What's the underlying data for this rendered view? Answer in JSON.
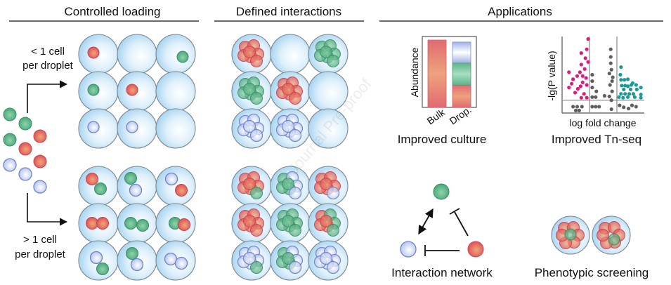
{
  "sections": {
    "loading": {
      "title": "Controlled loading"
    },
    "interactions": {
      "title": "Defined interactions"
    },
    "applications": {
      "title": "Applications"
    }
  },
  "loading_labels": {
    "low_line1": "< 1 cell",
    "low_line2": "per droplet",
    "high_line1": "> 1 cell",
    "high_line2": "per droplet"
  },
  "cell_types": [
    {
      "name": "green",
      "color": "#6cc196",
      "rim": "#3b8f66"
    },
    {
      "name": "red",
      "color": "#ec8266",
      "rim": "#c9434d"
    },
    {
      "name": "blue",
      "color": "#dfe8fb",
      "rim": "#6f84c9"
    }
  ],
  "loose_cells": [
    "green",
    "green",
    "red",
    "green",
    "red",
    "red",
    "blue",
    "blue",
    "blue"
  ],
  "low_loading_grid": [
    [
      "red",
      "",
      "green"
    ],
    [
      "green",
      "red",
      ""
    ],
    [
      "blue",
      "blue",
      ""
    ]
  ],
  "high_loading_grid": [
    [
      "red+green",
      "green+blue",
      "blue+red"
    ],
    [
      "red+red",
      "green+green",
      "green+red"
    ],
    [
      "blue+green",
      "green+blue",
      "blue+blue"
    ]
  ],
  "interaction_grid_top": [
    [
      "red",
      "",
      "green"
    ],
    [
      "green",
      "red",
      ""
    ],
    [
      "blue",
      "blue",
      ""
    ]
  ],
  "interaction_grid_bottom": [
    [
      "red+green",
      "green+blue",
      "red+blue"
    ],
    [
      "red",
      "green",
      "red+green"
    ],
    [
      "blue+green",
      "green+blue",
      "blue"
    ]
  ],
  "applications": {
    "culture": {
      "caption": "Improved culture",
      "ylabel": "Abundance",
      "categories": [
        "Bulk",
        "Drop."
      ]
    },
    "tnseq": {
      "caption": "Improved Tn-seq",
      "ylabel": "-lg(P value)",
      "xlabel": "log fold change"
    },
    "network": {
      "caption": "Interaction network",
      "edges": [
        {
          "from": "blue",
          "to": "green",
          "type": "bidirectional"
        },
        {
          "from": "red",
          "to": "green",
          "type": "inhibits"
        },
        {
          "from": "red",
          "to": "blue",
          "type": "inhibits"
        }
      ]
    },
    "screening": {
      "caption": "Phenotypic screening"
    }
  },
  "watermark": "Journal Pre-proof",
  "chart_data": [
    {
      "type": "bar",
      "title": "Improved culture",
      "ylabel": "Abundance",
      "xlabel": "",
      "categories": [
        "Bulk",
        "Drop."
      ],
      "series": [
        {
          "name": "red",
          "values": [
            1.0,
            0.33
          ]
        },
        {
          "name": "green",
          "values": [
            0.0,
            0.33
          ]
        },
        {
          "name": "blue",
          "values": [
            0.0,
            0.31
          ]
        }
      ],
      "stacked": true,
      "ylim": [
        0,
        1
      ]
    },
    {
      "type": "scatter",
      "title": "Improved Tn-seq",
      "xlabel": "log fold change",
      "ylabel": "-lg(P value)",
      "grid": false,
      "thresholds": {
        "x": [
          -1,
          1
        ],
        "y": 1
      },
      "xlim": [
        -3,
        3
      ],
      "ylim": [
        0,
        6
      ],
      "series": [
        {
          "name": "depleted",
          "color": "#e0197d",
          "points": [
            [
              -1.1,
              5.8
            ],
            [
              -1.2,
              5.0
            ],
            [
              -1.6,
              4.7
            ],
            [
              -1.3,
              4.3
            ],
            [
              -1.1,
              4.0
            ],
            [
              -1.6,
              3.8
            ],
            [
              -1.35,
              3.45
            ],
            [
              -1.7,
              3.2
            ],
            [
              -2.5,
              3.2
            ],
            [
              -1.5,
              2.9
            ],
            [
              -1.9,
              2.9
            ],
            [
              -2.2,
              2.65
            ],
            [
              -1.25,
              2.75
            ],
            [
              -2.3,
              2.3
            ],
            [
              -1.5,
              2.4
            ],
            [
              -1.2,
              2.2
            ],
            [
              -1.65,
              2.1
            ],
            [
              -2.5,
              2.0
            ],
            [
              -1.85,
              1.9
            ],
            [
              -2.05,
              1.6
            ],
            [
              -1.4,
              1.5
            ],
            [
              -1.6,
              1.2
            ],
            [
              -1.2,
              1.2
            ]
          ]
        },
        {
          "name": "not-significant",
          "color": "#5f5f5f",
          "points": [
            [
              0.55,
              5.0
            ],
            [
              0.55,
              4.4
            ],
            [
              0.55,
              3.9
            ],
            [
              0.6,
              3.4
            ],
            [
              0.45,
              3.1
            ],
            [
              0.7,
              2.8
            ],
            [
              -0.8,
              3.0
            ],
            [
              0.65,
              2.5
            ],
            [
              -0.8,
              2.5
            ],
            [
              0.5,
              2.2
            ],
            [
              -0.8,
              2.0
            ],
            [
              -0.5,
              1.7
            ],
            [
              0.65,
              1.7
            ],
            [
              -0.8,
              1.25
            ],
            [
              -0.55,
              1.25
            ],
            [
              0.1,
              1.35
            ],
            [
              0.45,
              1.3
            ],
            [
              0.6,
              1.0
            ],
            [
              -2.2,
              0.5
            ],
            [
              -1.9,
              0.5
            ],
            [
              -1.55,
              0.5
            ],
            [
              -2.0,
              0.2
            ],
            [
              -1.75,
              0.2
            ],
            [
              -0.8,
              0.5
            ],
            [
              -0.55,
              0.5
            ],
            [
              -0.3,
              0.5
            ],
            [
              0.6,
              0.3
            ],
            [
              1.2,
              0.6
            ],
            [
              1.5,
              0.45
            ],
            [
              1.85,
              0.35
            ],
            [
              2.1,
              0.6
            ],
            [
              2.4,
              0.5
            ]
          ]
        },
        {
          "name": "enriched",
          "color": "#19999a",
          "points": [
            [
              1.3,
              3.6
            ],
            [
              1.25,
              3.0
            ],
            [
              1.3,
              2.6
            ],
            [
              1.55,
              2.6
            ],
            [
              1.8,
              2.65
            ],
            [
              2.15,
              2.35
            ],
            [
              1.35,
              2.15
            ],
            [
              1.6,
              2.15
            ],
            [
              1.8,
              2.1
            ],
            [
              2.05,
              2.2
            ],
            [
              2.4,
              2.2
            ],
            [
              2.75,
              2.0
            ],
            [
              1.5,
              1.85
            ],
            [
              2.0,
              1.85
            ],
            [
              2.45,
              1.85
            ],
            [
              1.3,
              1.5
            ],
            [
              1.6,
              1.5
            ],
            [
              1.9,
              1.5
            ],
            [
              2.2,
              1.5
            ],
            [
              2.75,
              1.45
            ],
            [
              1.15,
              1.25
            ],
            [
              1.45,
              1.2
            ],
            [
              1.8,
              1.25
            ],
            [
              2.3,
              1.25
            ],
            [
              2.75,
              1.2
            ]
          ]
        }
      ]
    }
  ]
}
